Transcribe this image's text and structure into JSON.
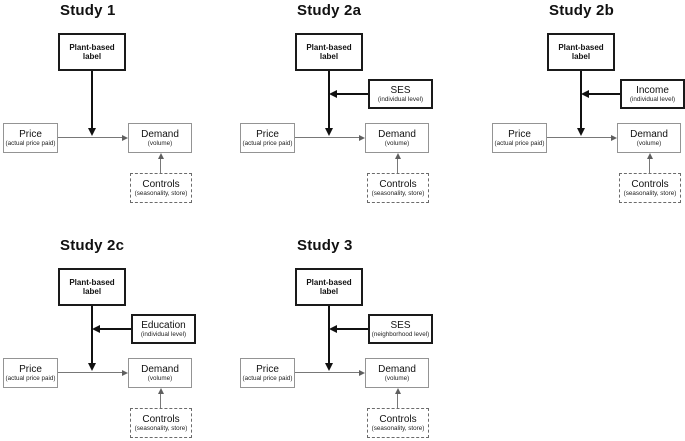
{
  "shared": {
    "label_box": {
      "line1": "Plant-based",
      "line2": "label"
    },
    "price_box": {
      "title": "Price",
      "subtitle": "(actual price paid)"
    },
    "demand_box": {
      "title": "Demand",
      "subtitle": "(volume)"
    },
    "controls_box": {
      "title": "Controls",
      "subtitle": "(seasonality, store)"
    }
  },
  "studies": [
    {
      "title": "Study 1",
      "moderator": null
    },
    {
      "title": "Study 2a",
      "moderator": {
        "title": "SES",
        "subtitle": "(individual level)"
      }
    },
    {
      "title": "Study 2b",
      "moderator": {
        "title": "Income",
        "subtitle": "(individual level)"
      }
    },
    {
      "title": "Study 2c",
      "moderator": {
        "title": "Education",
        "subtitle": "(individual level)"
      }
    },
    {
      "title": "Study 3",
      "moderator": {
        "title": "SES",
        "subtitle": "(neighborhood level)"
      }
    }
  ],
  "diagram_edges": [
    {
      "from": "plant-based-label",
      "to": "price-demand-path",
      "style": "thick-solid-arrow-down"
    },
    {
      "from": "price",
      "to": "demand",
      "style": "thin-solid-arrow-right"
    },
    {
      "from": "controls",
      "to": "demand",
      "style": "thin-solid-arrow-up"
    },
    {
      "from": "moderator",
      "to": "label-moderation-path",
      "style": "thick-solid-arrow-left",
      "present_in": [
        "Study 2a",
        "Study 2b",
        "Study 2c",
        "Study 3"
      ]
    }
  ],
  "colors": {
    "background": "#ffffff",
    "strong_border": "#1a1a1a",
    "light_border": "#949494",
    "dashed_border": "#6b6b6b",
    "thick_arrow": "#111111",
    "thin_arrow": "#5f5f5f",
    "text": "#111111"
  }
}
